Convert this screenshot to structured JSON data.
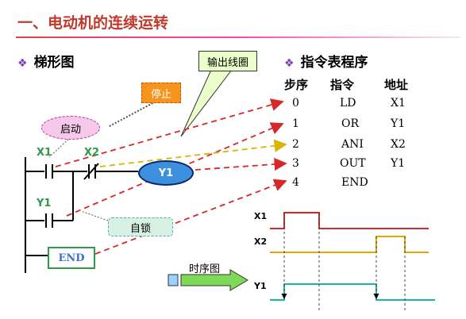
{
  "title": "一、电动机的连续运转",
  "ladder": {
    "section_title": "梯形图",
    "labels": {
      "x1": "X1",
      "x2": "X2",
      "y1_contact": "Y1",
      "coil": "Y1",
      "end": "END"
    },
    "callouts": {
      "start": "启动",
      "stop": "停止",
      "output_coil": "输出线圈",
      "self_lock": "自锁"
    }
  },
  "program": {
    "section_title": "指令表程序",
    "headers": [
      "步序",
      "指令",
      "地址"
    ],
    "rows": [
      {
        "step": "0",
        "instr": "LD",
        "addr": "X1"
      },
      {
        "step": "1",
        "instr": "OR",
        "addr": "Y1"
      },
      {
        "step": "2",
        "instr": "ANI",
        "addr": "X2"
      },
      {
        "step": "3",
        "instr": "OUT",
        "addr": "Y1"
      },
      {
        "step": "4",
        "instr": "END",
        "addr": ""
      }
    ]
  },
  "timing": {
    "title": "时序图",
    "signals": [
      "X1",
      "X2",
      "Y1"
    ]
  },
  "colors": {
    "title": "#c0392b",
    "wire": "#000000",
    "dashed_arrow": "#d62828",
    "arrow_to_2": "#d9b400",
    "green": "#2e9a4a",
    "coil": "#3d8fe0",
    "x1_wave": "#d62828",
    "x2_wave": "#e6a800",
    "y1_wave": "#18b7a0"
  }
}
